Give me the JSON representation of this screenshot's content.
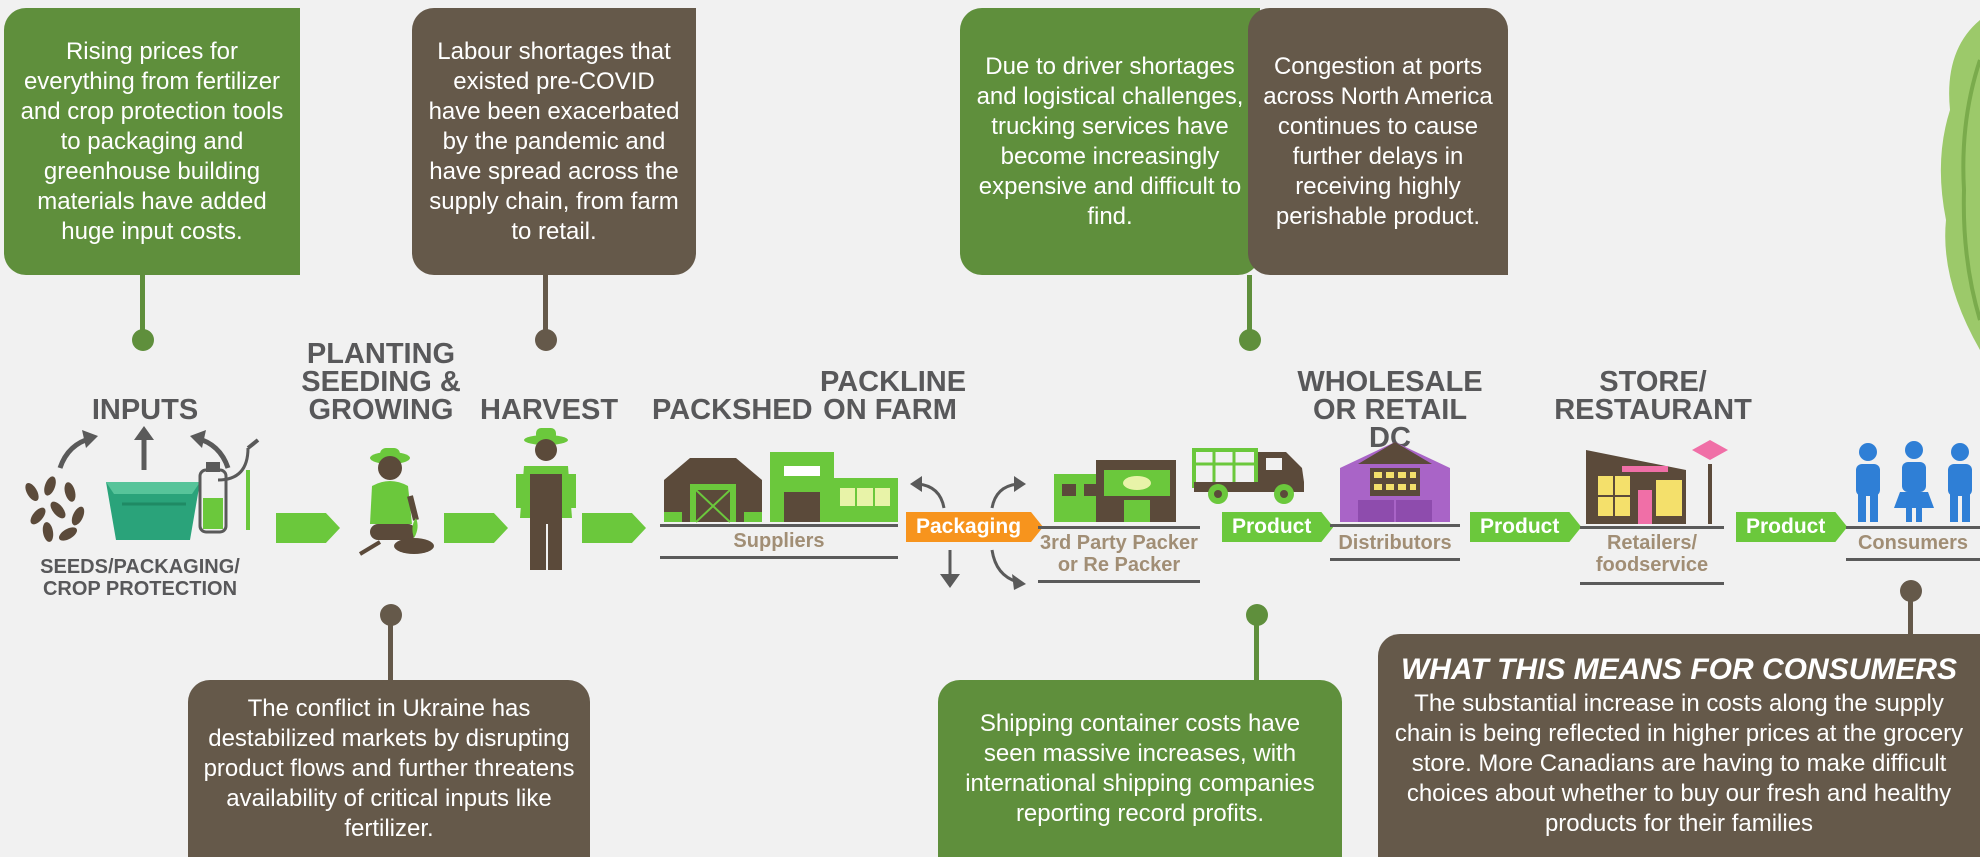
{
  "callouts": {
    "inputs": "Rising prices for everything from fertilizer and crop protection tools to packaging and greenhouse building materials have added huge input costs.",
    "labour": "Labour shortages that existed pre-COVID have been exacerbated by the pandemic and have spread across the supply chain, from farm to retail.",
    "trucking": "Due to driver shortages and logistical challenges, trucking services have become increasingly expensive and difficult to find.",
    "ports": "Congestion at ports across North America continues to cause further delays in receiving highly perishable product.",
    "ukraine": "The conflict in Ukraine has destabilized markets by disrupting product flows and further threatens availability of critical inputs like fertilizer.",
    "shipping": "Shipping container costs have seen massive increases, with international shipping companies reporting record profits."
  },
  "consumers_box": {
    "title": "WHAT THIS MEANS FOR CONSUMERS",
    "body": "The substantial increase in costs along the supply chain is being reflected in higher prices at the grocery store. More Canadians are having to make difficult choices about whether to buy our fresh and healthy products for their families"
  },
  "stages": {
    "inputs": "INPUTS",
    "planting": "PLANTING SEEDING & GROWING",
    "harvest": "HARVEST",
    "packshed": "PACKSHED",
    "packline": "PACKLINE ON FARM",
    "wholesale": "WHOLESALE OR RETAIL DC",
    "store": "STORE/ RESTAURANT"
  },
  "sublabels": {
    "seeds": "SEEDS/PACKAGING/ CROP PROTECTION",
    "suppliers": "Suppliers",
    "packer": "3rd Party Packer or Re Packer",
    "distributors": "Distributors",
    "retailers": "Retailers/ foodservice",
    "consumers": "Consumers"
  },
  "tags": {
    "packaging": "Packaging",
    "product1": "Product",
    "product2": "Product",
    "product3": "Product"
  },
  "colors": {
    "green_box": "#5f8f3c",
    "brown_box": "#65594a",
    "bright_green": "#6bc83c",
    "orange": "#f7941d",
    "sublabel": "#a18e75"
  }
}
